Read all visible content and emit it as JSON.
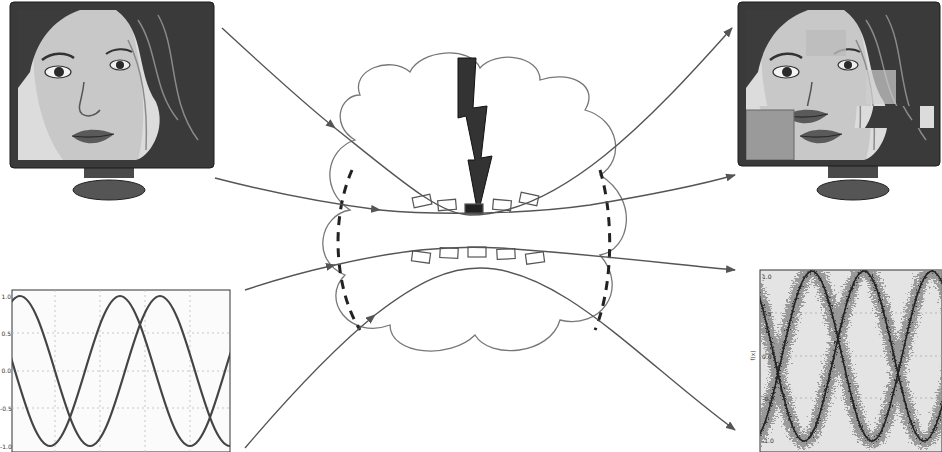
{
  "diagram": {
    "labels": [
      "1.0",
      "0.5",
      "0.0",
      "-0.5",
      "-1.0",
      "1.0",
      "0.5",
      "0.0",
      "-0.5",
      "-1.0",
      "f(x)"
    ]
  }
}
